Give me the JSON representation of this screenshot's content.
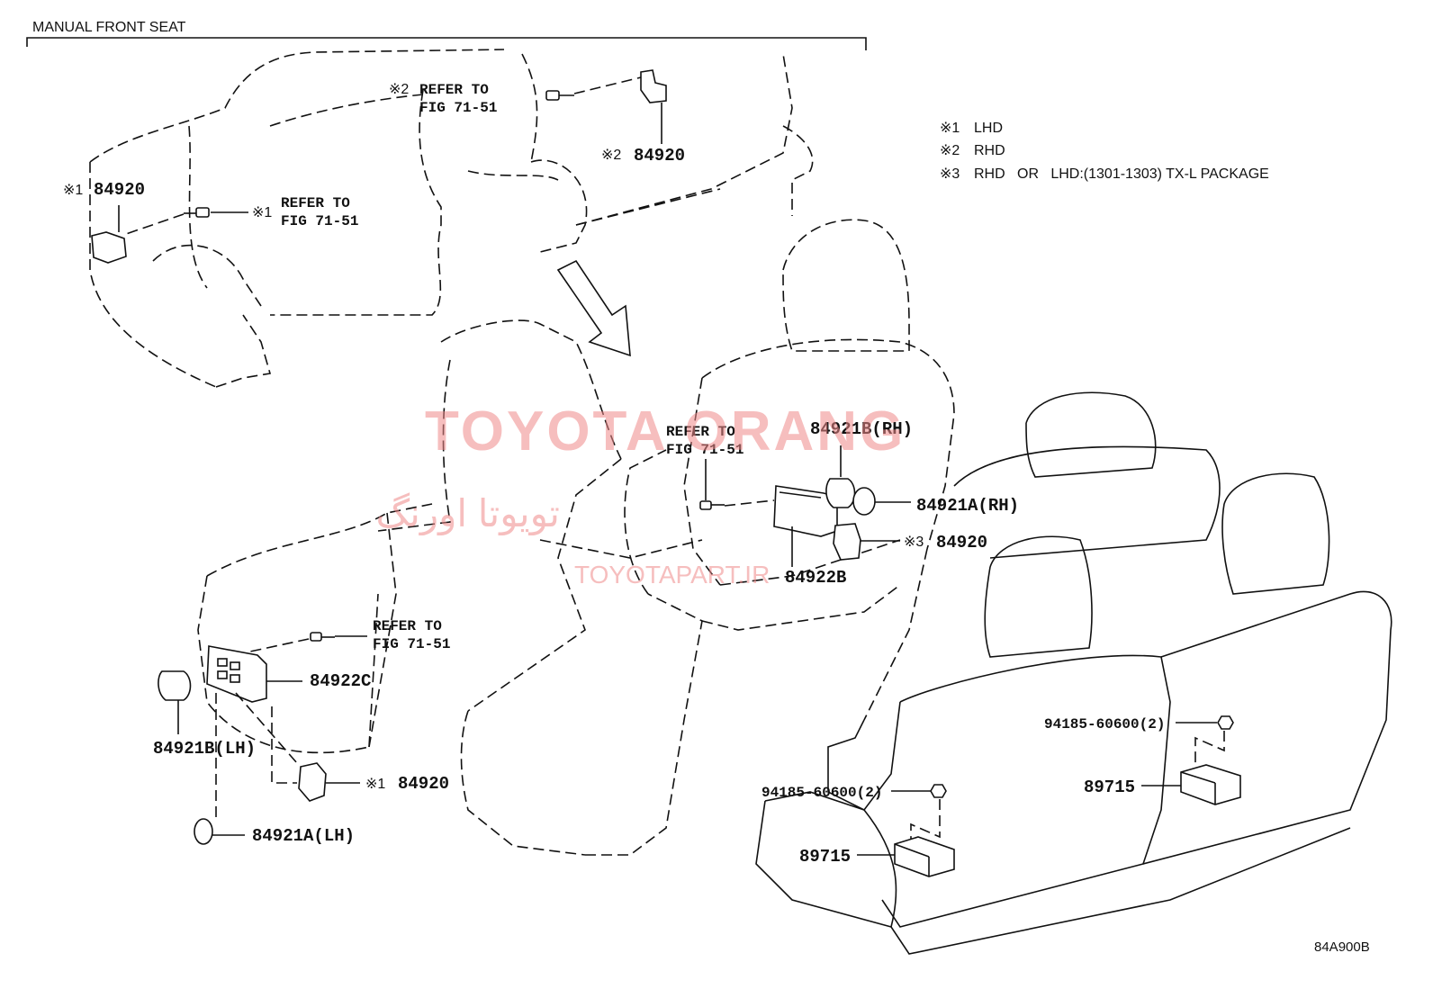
{
  "section_title": "MANUAL FRONT SEAT",
  "diagram_code": "84A900B",
  "legend": [
    {
      "mark": "※1",
      "text": "LHD"
    },
    {
      "mark": "※2",
      "text": "RHD"
    },
    {
      "mark": "※3",
      "text": "RHD   OR   LHD:(1301-1303) TX-L PACKAGE"
    }
  ],
  "refs": {
    "ref_top_line1": "REFER TO",
    "ref_top_line2": "FIG 71-51",
    "ref_left_line1": "REFER TO",
    "ref_left_line2": "FIG 71-51",
    "ref_mid_line1": "REFER TO",
    "ref_mid_line2": "FIG 71-51",
    "ref_low_line1": "REFER TO",
    "ref_low_line2": "FIG 71-51"
  },
  "marks": {
    "m1": "※1",
    "m2": "※2",
    "m3": "※3"
  },
  "parts": {
    "p84920_top_rhd": "84920",
    "p84920_top_lhd": "84920",
    "p84921b_rh": "84921B(RH)",
    "p84921a_rh": "84921A(RH)",
    "p84920_mid": "84920",
    "p84922b": "84922B",
    "p84922c": "84922C",
    "p84921b_lh": "84921B(LH)",
    "p84920_low": "84920",
    "p84921a_lh": "84921A(LH)",
    "p94185_right": "94185-60600(2)",
    "p89715_right": "89715",
    "p94185_left": "94185-60600(2)",
    "p89715_left": "89715"
  },
  "watermark": {
    "main": "TOYOTA ORANG",
    "persian": "تویوتا اورنگ",
    "site": "TOYOTAPART.IR"
  }
}
